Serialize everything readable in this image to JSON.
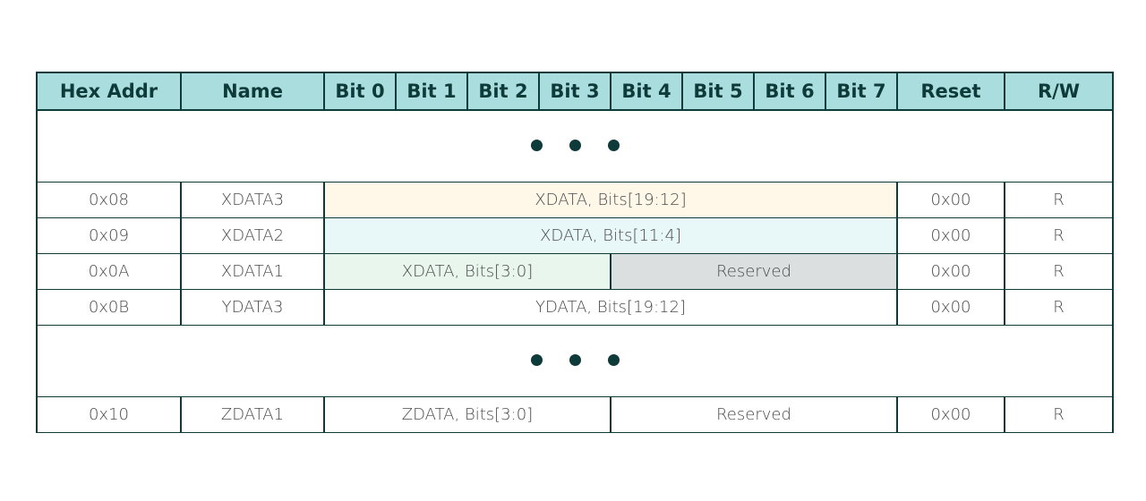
{
  "colors": {
    "header_bg": "#aadede",
    "border": "#0f3a3a",
    "xdata3": "#f5b800",
    "xdata2": "#2cc6cc",
    "xdata1": "#1ea44f",
    "reserved_bg": "#dcdfe0"
  },
  "headers": [
    "Hex Addr",
    "Name",
    "Bit 0",
    "Bit 1",
    "Bit 2",
    "Bit 3",
    "Bit 4",
    "Bit 5",
    "Bit 6",
    "Bit 7",
    "Reset",
    "R/W"
  ],
  "rows": {
    "r08": {
      "addr": "0x08",
      "name": "XDATA3",
      "field": "XDATA, Bits[19:12]",
      "reset": "0x00",
      "rw": "R"
    },
    "r09": {
      "addr": "0x09",
      "name": "XDATA2",
      "field": "XDATA, Bits[11:4]",
      "reset": "0x00",
      "rw": "R"
    },
    "r0a": {
      "addr": "0x0A",
      "name": "XDATA1",
      "field": "XDATA, Bits[3:0]",
      "reserved": "Reserved",
      "reset": "0x00",
      "rw": "R"
    },
    "r0b": {
      "addr": "0x0B",
      "name": "YDATA3",
      "field": "YDATA, Bits[19:12]",
      "reset": "0x00",
      "rw": "R"
    },
    "r10": {
      "addr": "0x10",
      "name": "ZDATA1",
      "field": "ZDATA, Bits[3:0]",
      "reserved": "Reserved",
      "reset": "0x00",
      "rw": "R"
    }
  }
}
